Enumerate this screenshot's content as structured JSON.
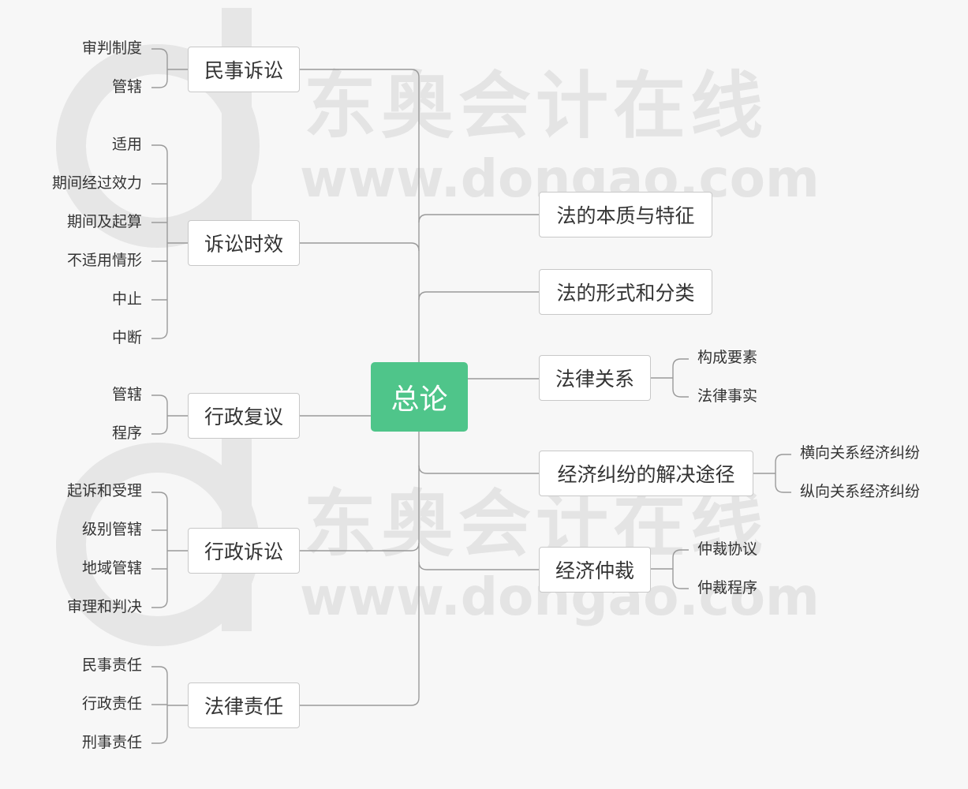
{
  "colors": {
    "root_bg": "#4fc58a",
    "line": "#9a9a9a",
    "box_border": "#c8c8c8",
    "watermark": "#e4e4e4"
  },
  "watermark": {
    "brand": "东奥会计在线",
    "url": "www.dongao.com"
  },
  "root": {
    "label": "总论"
  },
  "left": {
    "minshi": {
      "label": "民事诉讼",
      "children": [
        "审判制度",
        "管辖"
      ]
    },
    "shixiao": {
      "label": "诉讼时效",
      "children": [
        "适用",
        "期间经过效力",
        "期间及起算",
        "不适用情形",
        "中止",
        "中断"
      ]
    },
    "fuyi": {
      "label": "行政复议",
      "children": [
        "管辖",
        "程序"
      ]
    },
    "xingzheng": {
      "label": "行政诉讼",
      "children": [
        "起诉和受理",
        "级别管辖",
        "地域管辖",
        "审理和判决"
      ]
    },
    "zeren": {
      "label": "法律责任",
      "children": [
        "民事责任",
        "行政责任",
        "刑事责任"
      ]
    }
  },
  "right": {
    "benzhi": {
      "label": "法的本质与特征"
    },
    "xingshi": {
      "label": "法的形式和分类"
    },
    "guanxi": {
      "label": "法律关系",
      "children": [
        "构成要素",
        "法律事实"
      ]
    },
    "jiufen": {
      "label": "经济纠纷的解决途径",
      "children": [
        "横向关系经济纠纷",
        "纵向关系经济纠纷"
      ]
    },
    "zhongcai": {
      "label": "经济仲裁",
      "children": [
        "仲裁协议",
        "仲裁程序"
      ]
    }
  }
}
